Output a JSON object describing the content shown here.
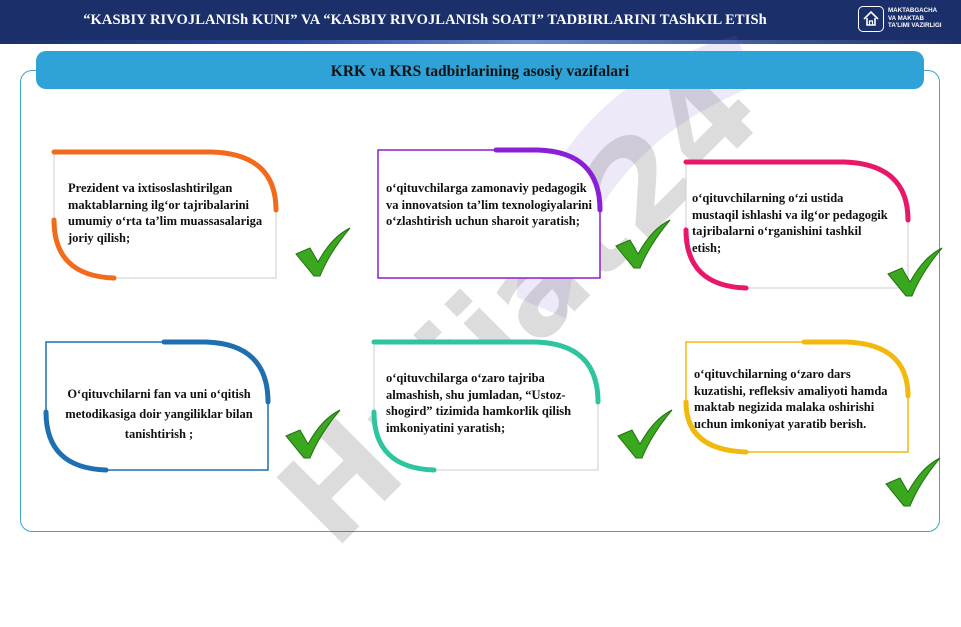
{
  "header": {
    "title": "“KASBIY RIVOJLANISh KUNI” VA “KASBIY RIVOJLANISh SOATI” TADBIRLARINI TAShKIL ETISh",
    "logo_lines": [
      "MAKTABGACHA",
      "VA MAKTAB",
      "TA'LIMI VAZIRLIGI"
    ]
  },
  "subtitle": "KRK va KRS tadbirlarining asosiy vazifalari",
  "watermark": "Hujjat24",
  "colors": {
    "header": "#1b2f6b",
    "subtitle_bar": "#2fa3d8",
    "frame": "#3aa6c9",
    "check": "#3aa81e"
  },
  "cards": [
    {
      "text": "Prezident va ixtisoslashtirilgan maktablarning ilg‘or tajribalarini umumiy o‘rta ta’lim muassasalariga joriy qilish;",
      "color": "#f26b1d"
    },
    {
      "text": "o‘qituvchilarga zamonaviy pedagogik va innovatsion ta’lim texnologiyalarini o‘zlashtirish uchun sharoit yaratish;",
      "color": "#8a1fd6"
    },
    {
      "text": "o‘qituvchilarning o‘zi ustida mustaqil ishlashi va ilg‘or pedagogik tajribalarni o‘rganishini tashkil etish;",
      "color": "#e8176a"
    },
    {
      "text": "O‘qituvchilarni fan va uni o‘qitish metodikasiga doir yangiliklar bilan tanishtirish ;",
      "color": "#1f6fb0"
    },
    {
      "text": "o‘qituvchilarga o‘zaro tajriba almashish, shu jumladan, “Ustoz-shogird” tizimida hamkorlik qilish imkoniyatini yaratish;",
      "color": "#2ec4a0"
    },
    {
      "text": "o‘qituvchilarning o‘zaro dars kuzatishi, refleksiv amaliyoti hamda maktab negizida malaka oshirishi uchun imkoniyat yaratib berish.",
      "color": "#f2b90c"
    }
  ],
  "icons": [
    "checkmark-icon"
  ]
}
